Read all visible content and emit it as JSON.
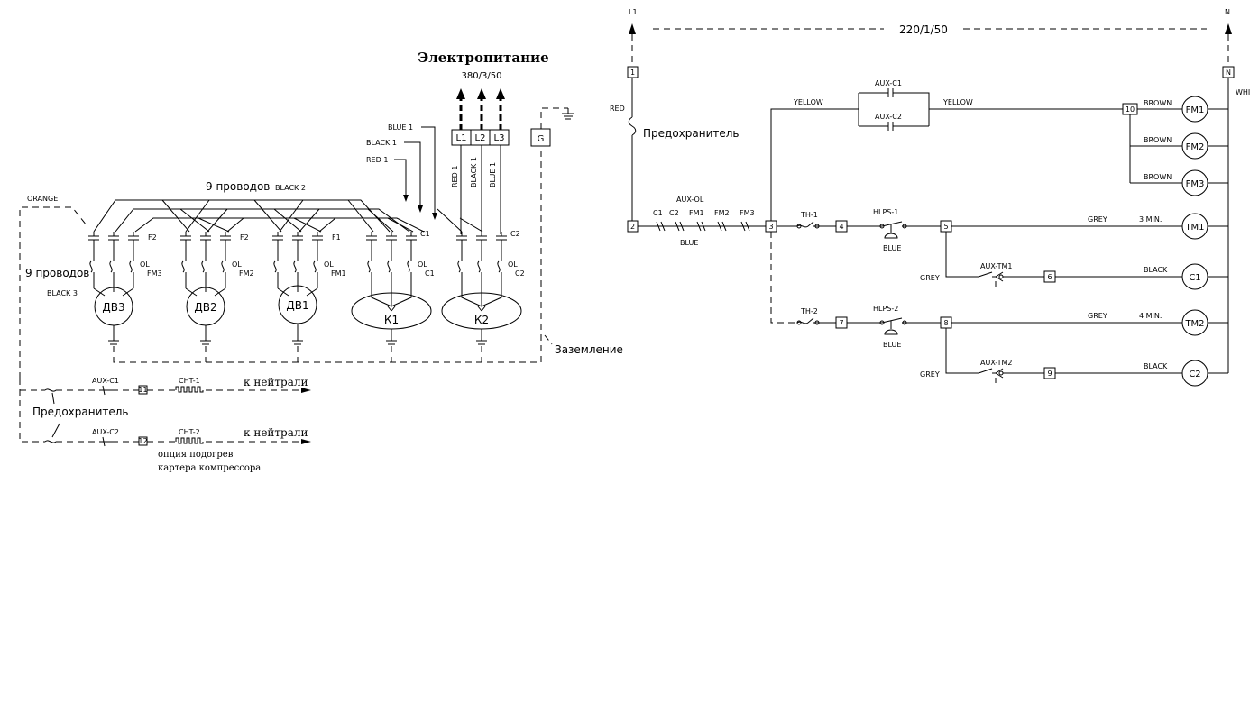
{
  "left": {
    "title": "Электропитание",
    "supply": "380/3/50",
    "terminals": [
      "L1",
      "L2",
      "L3"
    ],
    "ground_terminal": "G",
    "wires_label_top": "9 проводов",
    "wires_label_top_color": "BLACK 2",
    "wires_label_left": "9 проводов",
    "wires_label_left_color": "BLACK 3",
    "orange": "ORANGE",
    "supply_wires": [
      "BLUE 1",
      "BLACK 1",
      "RED 1"
    ],
    "vertical_wires": [
      "RED 1",
      "BLACK 1",
      "BLUE 1"
    ],
    "ol": "OL",
    "fuse_labels": [
      "F2",
      "F2",
      "F1"
    ],
    "fm_labels": [
      "FM3",
      "FM2",
      "FM1"
    ],
    "c_labels": [
      "C1",
      "C2"
    ],
    "motors": [
      "ДВ3",
      "ДВ2",
      "ДВ1"
    ],
    "compressors": [
      "К1",
      "К2"
    ],
    "ground_label": "Заземление",
    "fuse_label": "Предохранитель",
    "heater_lines": [
      {
        "aux": "AUX-C1",
        "num": "11",
        "cht": "CHT-1",
        "to": "к нейтрали"
      },
      {
        "aux": "AUX-C2",
        "num": "12",
        "cht": "CHT-2",
        "to": "к нейтрали"
      }
    ],
    "option_line1": "опция подогрев",
    "option_line2": "картера компрессора"
  },
  "right": {
    "l1": "L1",
    "n": "N",
    "supply": "220/1/50",
    "nodes": [
      "1",
      "2",
      "3",
      "4",
      "5",
      "6",
      "7",
      "8",
      "9",
      "10",
      "N"
    ],
    "red": "RED",
    "fuse_label": "Предохранитель",
    "yellow": "YELLOW",
    "aux_c1": "AUX-C1",
    "aux_c2": "AUX-C2",
    "aux_ol": "AUX-OL",
    "chain": [
      "C1",
      "C2",
      "FM1",
      "FM2",
      "FM3"
    ],
    "blue": "BLUE",
    "brown": "BROWN",
    "whi": "WHI",
    "fans": [
      "FM1",
      "FM2",
      "FM3"
    ],
    "th1": "TH-1",
    "th2": "TH-2",
    "hlps1": "HLPS-1",
    "hlps2": "HLPS-2",
    "grey": "GREY",
    "black": "BLACK",
    "min3": "3 MIN.",
    "min4": "4 MIN.",
    "tm1": "TM1",
    "tm2": "TM2",
    "c1": "C1",
    "c2": "C2",
    "aux_tm1": "AUX-TM1",
    "aux_tm2": "AUX-TM2"
  }
}
